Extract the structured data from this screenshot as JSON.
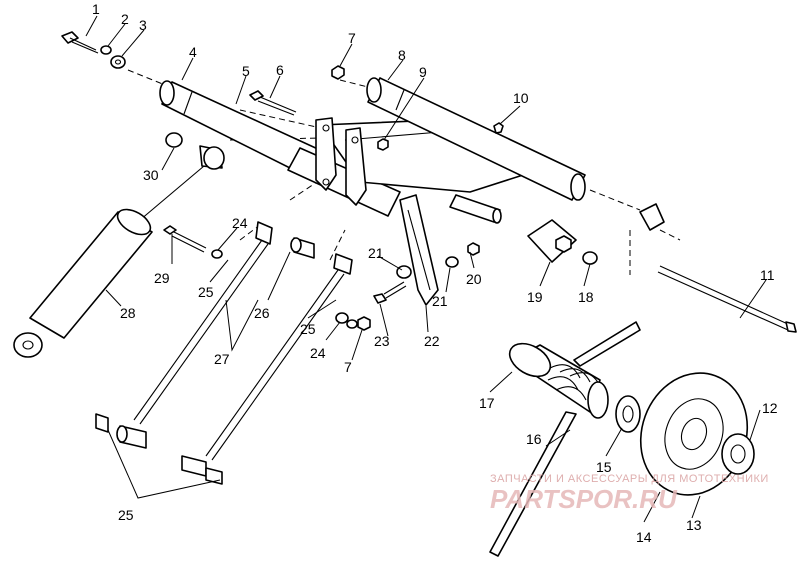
{
  "callouts": [
    "1",
    "2",
    "3",
    "4",
    "5",
    "6",
    "7",
    "8",
    "9",
    "10",
    "30",
    "24",
    "11",
    "21",
    "20",
    "29",
    "25",
    "26",
    "28",
    "19",
    "18",
    "21",
    "25",
    "22",
    "27",
    "24",
    "23",
    "7",
    "17",
    "12",
    "16",
    "15",
    "25",
    "13",
    "14"
  ],
  "watermark": {
    "line1": "ЗАПЧАСТИ И АКСЕССУАРЫ ДЛЯ МОТОТЕХНИКИ",
    "line2": "PARTSPOR.RU"
  }
}
